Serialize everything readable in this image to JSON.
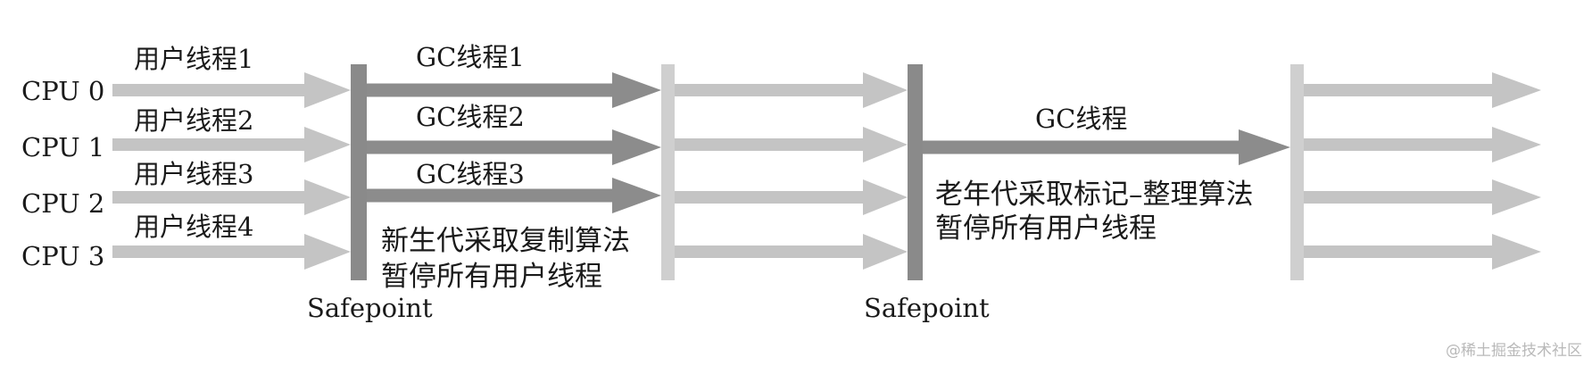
{
  "colors": {
    "user_thread": "#c4c4c4",
    "gc_thread": "#8c8c8c",
    "safepoint_dark": "#8a8a8a",
    "barrier_light": "#cfcfcf",
    "text": "#1a1a1a",
    "watermark": "#b9b9b9"
  },
  "cpus": [
    "CPU 0",
    "CPU 1",
    "CPU 2",
    "CPU 3"
  ],
  "user_threads": [
    "用户线程1",
    "用户线程2",
    "用户线程3",
    "用户线程4"
  ],
  "young_gc": {
    "threads": [
      "GC线程1",
      "GC线程2",
      "GC线程3"
    ],
    "note_line1": "新生代采取复制算法",
    "note_line2": "暂停所有用户线程"
  },
  "old_gc": {
    "thread": "GC线程",
    "note_line1": "老年代采取标记–整理算法",
    "note_line2": "暂停所有用户线程"
  },
  "safepoint_label": "Safepoint",
  "watermark": "@稀土掘金技术社区"
}
